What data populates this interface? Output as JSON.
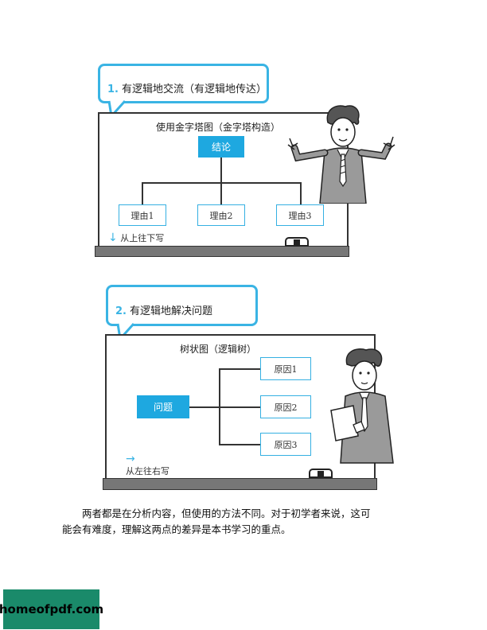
{
  "figure1": {
    "number": "1.",
    "heading": "有逻辑地交流（有逻辑地传达）",
    "board_title": "使用金字塔图（金字塔构造）",
    "top_node": "结论",
    "nodes": [
      "理由1",
      "理由2",
      "理由3"
    ],
    "hint_arrow": "↓",
    "hint": "从上往下写"
  },
  "figure2": {
    "number": "2.",
    "heading": "有逻辑地解决问题",
    "board_title": "树状图（逻辑树）",
    "root_node": "问题",
    "nodes": [
      "原因1",
      "原因2",
      "原因3"
    ],
    "hint_arrow": "→",
    "hint": "从左往右写"
  },
  "paragraph": {
    "line1": "两者都是在分析内容，但使用的方法不同。对于初学者来说，这可",
    "line2": "能会有难度，理解这两点的差异是本书学习的重点。"
  },
  "brand": {
    "label": "homeofpdf.com"
  },
  "colors": {
    "accent": "#1ea8e0",
    "outline": "#3ab4e4",
    "tray": "#777777"
  }
}
